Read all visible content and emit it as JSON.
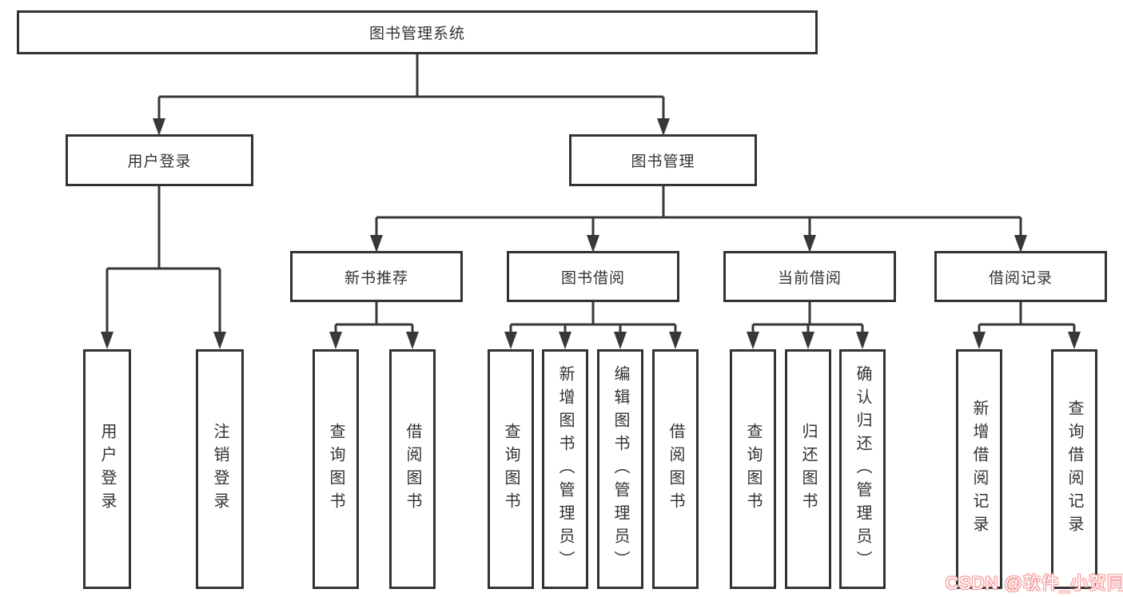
{
  "tree": {
    "root": {
      "label": "图书管理系统"
    },
    "children": [
      {
        "label": "用户登录",
        "children": [
          {
            "label": "用户登录"
          },
          {
            "label": "注销登录"
          }
        ]
      },
      {
        "label": "图书管理",
        "children": [
          {
            "label": "新书推荐",
            "children": [
              {
                "label": "查询图书"
              },
              {
                "label": "借阅图书"
              }
            ]
          },
          {
            "label": "图书借阅",
            "children": [
              {
                "label": "查询图书"
              },
              {
                "label": "新增图书（管理员）"
              },
              {
                "label": "编辑图书（管理员）"
              },
              {
                "label": "借阅图书"
              }
            ]
          },
          {
            "label": "当前借阅",
            "children": [
              {
                "label": "查询图书"
              },
              {
                "label": "归还图书"
              },
              {
                "label": "确认归还（管理员）"
              }
            ]
          },
          {
            "label": "借阅记录",
            "children": [
              {
                "label": "新增借阅记录"
              },
              {
                "label": "查询借阅记录"
              }
            ]
          }
        ]
      }
    ]
  },
  "watermark": {
    "text": "CSDN @软件_小贺同学"
  },
  "colors": {
    "line": "#383838",
    "border": "#333333",
    "watermark_outline": "#f59c9c"
  }
}
